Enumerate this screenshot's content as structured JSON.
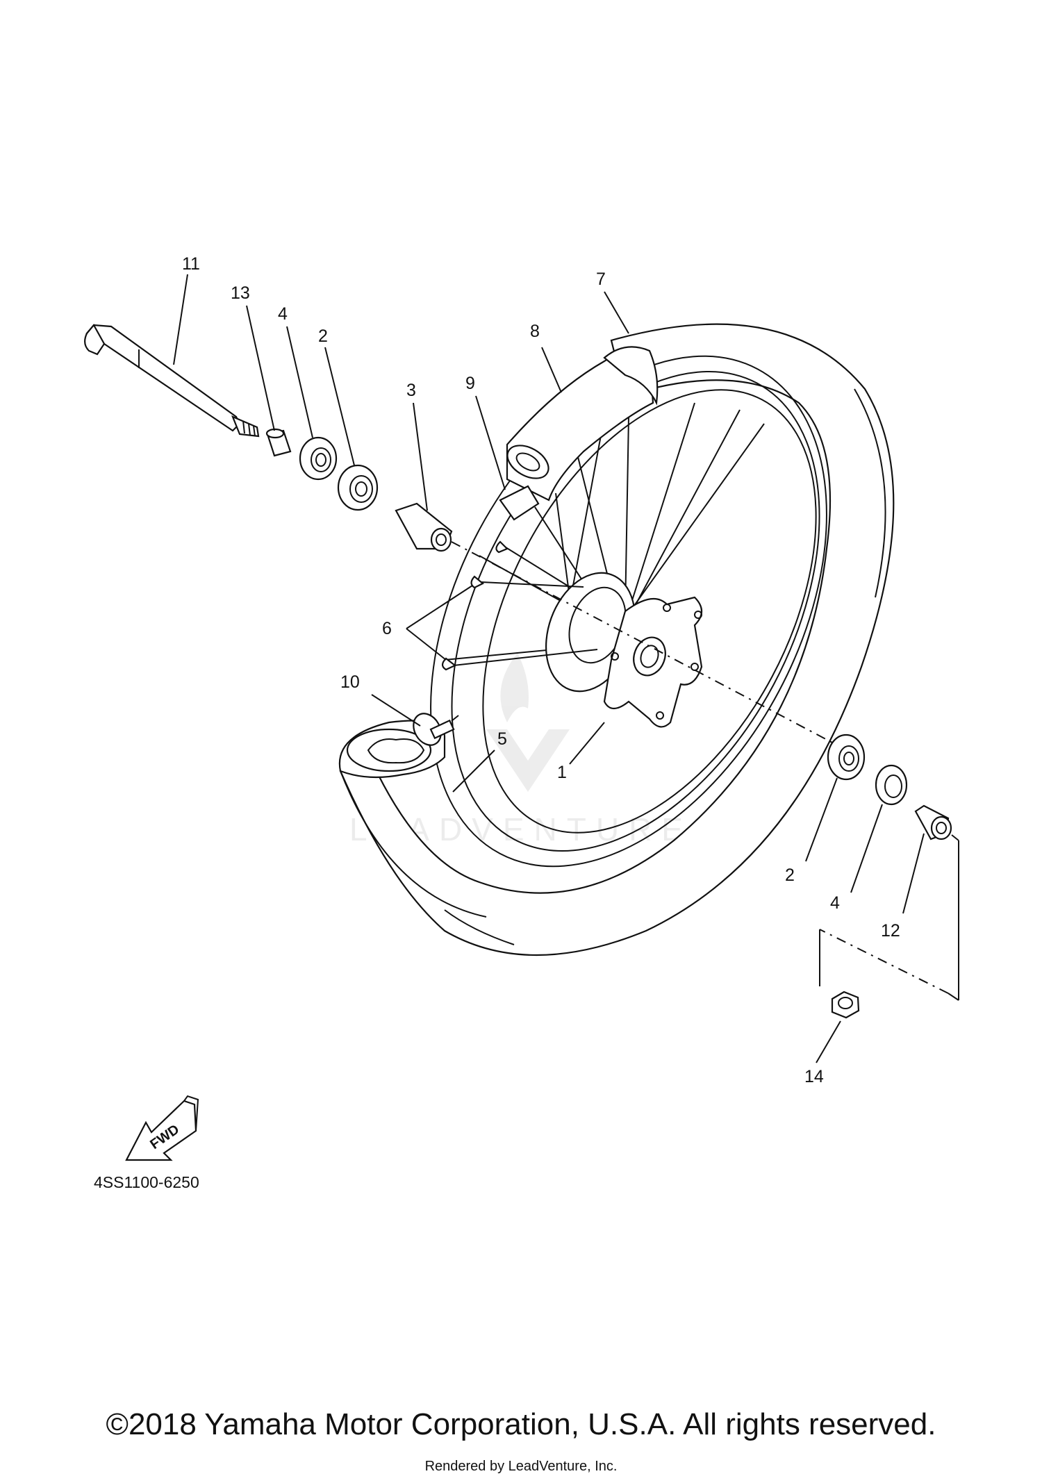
{
  "diagram": {
    "diagram_code": "4SS1100-6250",
    "fwd_label": "FWD",
    "callouts": [
      {
        "id": "c1",
        "text": "1"
      },
      {
        "id": "c2a",
        "text": "2"
      },
      {
        "id": "c2b",
        "text": "2"
      },
      {
        "id": "c3",
        "text": "3"
      },
      {
        "id": "c4a",
        "text": "4"
      },
      {
        "id": "c4b",
        "text": "4"
      },
      {
        "id": "c5",
        "text": "5"
      },
      {
        "id": "c6",
        "text": "6"
      },
      {
        "id": "c7",
        "text": "7"
      },
      {
        "id": "c8",
        "text": "8"
      },
      {
        "id": "c9",
        "text": "9"
      },
      {
        "id": "c10",
        "text": "10"
      },
      {
        "id": "c11",
        "text": "11"
      },
      {
        "id": "c12",
        "text": "12"
      },
      {
        "id": "c13",
        "text": "13"
      },
      {
        "id": "c14",
        "text": "14"
      }
    ]
  },
  "watermark": {
    "text": "LEADVENTURE"
  },
  "footer": {
    "copyright": "©2018 Yamaha Motor Corporation, U.S.A. All rights reserved.",
    "rendered_by": "Rendered by LeadVenture, Inc."
  }
}
